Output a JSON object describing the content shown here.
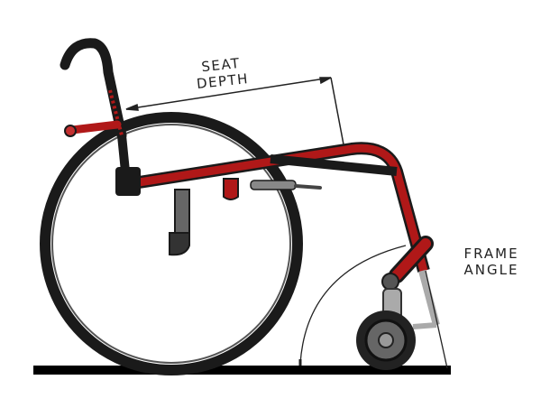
{
  "diagram": {
    "subject": "wheelchair side view",
    "labels": {
      "seat_depth_line1": "SEAT",
      "seat_depth_line2": "DEPTH",
      "frame_angle_line1": "FRAME",
      "frame_angle_line2": "ANGLE"
    },
    "colors": {
      "frame": "#b01818",
      "tire": "#1a1a1a",
      "hardware": "#8a8a8a",
      "floor": "#000000",
      "dimension_line": "#222222"
    }
  }
}
